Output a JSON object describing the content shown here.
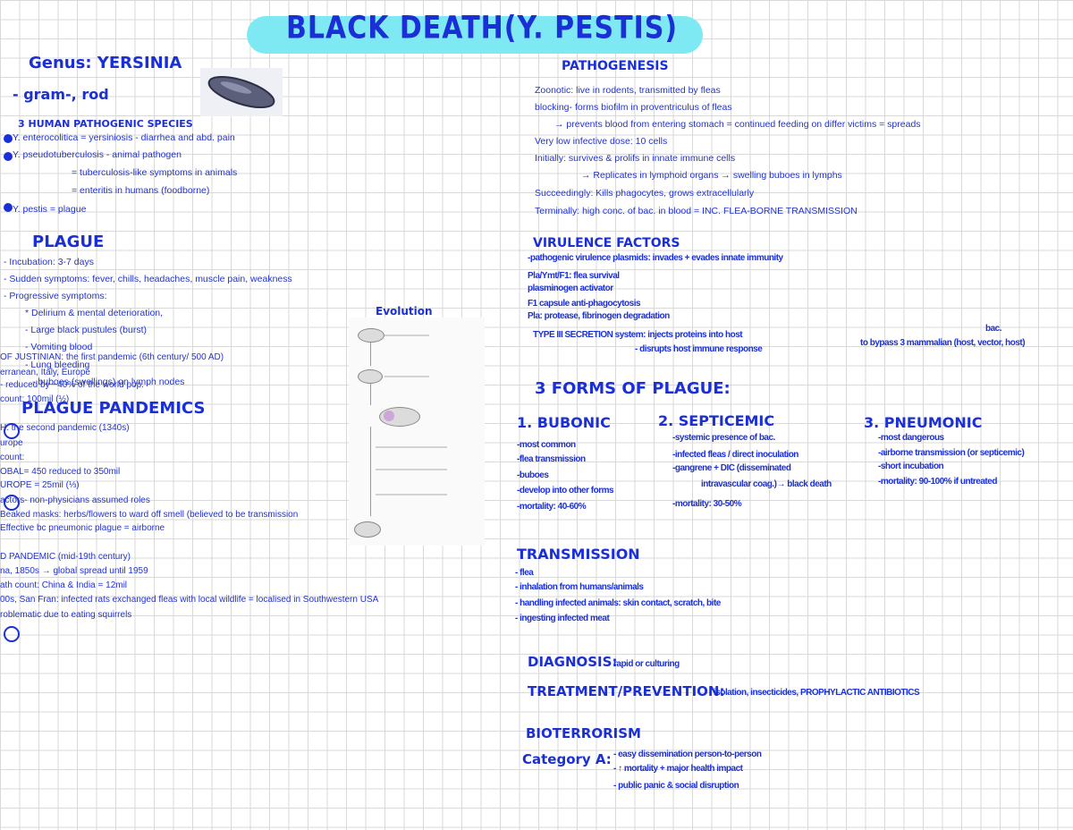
{
  "title": "BLACK DEATH(Y. PESTIS)",
  "genus": {
    "heading": "Genus: YERSINIA",
    "gram": "- gram-, rod",
    "species_heading": "3 HUMAN PATHOGENIC SPECIES",
    "species": [
      "Y. enterocolitica = yersiniosis -  diarrhea and abd. pain",
      "Y. pseudotuberculosis - animal pathogen",
      "= tuberculosis-like symptoms in animals",
      "= enteritis in humans (foodborne)",
      "Y. pestis = plague"
    ]
  },
  "plague": {
    "heading": "PLAGUE",
    "items": [
      "- Incubation: 3-7 days",
      "- Sudden symptoms: fever, chills, headaches, muscle pain, weakness",
      "- Progressive symptoms:",
      "* Delirium & mental deterioration,",
      "- Large black pustules (burst)",
      "- Vomiting blood",
      "- Lung bleeding",
      "- buboes (swellings) on lymph nodes"
    ]
  },
  "justinian": [
    "OF JUSTINIAN: the first pandemic (6th century/ 500 AD)",
    "erranean, Italy, Europe",
    "- reduced by ~40% of the world pop.",
    "count: 100mil (½)"
  ],
  "pandemics": {
    "heading": "PLAGUE PANDEMICS",
    "items": [
      "H: the second pandemic (1340s)",
      "urope",
      "count:",
      "OBAL= 450 reduced to 350mil",
      "UROPE = 25mil (⅓)",
      "actors- non-physicians assumed roles",
      "Beaked masks: herbs/flowers to ward off smell (believed to be transmission",
      "Effective bc pneumonic plague = airborne",
      "D PANDEMIC (mid-19th century)",
      "na, 1850s → global spread until 1959",
      "ath count: China & India = 12mil",
      "00s, San Fran: infected rats exchanged fleas with local wildlife = localised in Southwestern USA",
      "roblematic due to eating squirrels"
    ]
  },
  "evolution_label": "Evolution",
  "pathogenesis": {
    "heading": "PATHOGENESIS",
    "items": [
      "Zoonotic: live in rodents, transmitted by fleas",
      "blocking- forms biofilm in proventriculus of fleas",
      "→ prevents blood from entering stomach = continued feeding on differ victims = spreads",
      "Very low infective dose: 10 cells",
      "Initially: survives & prolifs in innate immune cells",
      "→ Replicates in lymphoid organs → swelling buboes in lymphs",
      "Succeedingly: Kills phagocytes, grows extracellularly",
      "Terminally: high conc. of bac. in blood = INC. FLEA-BORNE TRANSMISSION"
    ]
  },
  "virulence": {
    "heading": "VIRULENCE FACTORS",
    "items": [
      "-pathogenic virulence plasmids: invades + evades innate immunity",
      "Pla/Ymt/F1: flea survival",
      "plasminogen activator",
      "F1 capsule anti-phagocytosis",
      "Pla: protease, fibrinogen degradation",
      "TYPE III SECRETION system: injects proteins into host",
      "- disrupts host immune response",
      "to bypass 3 mammalian (host, vector, host)"
    ],
    "note": "bac."
  },
  "forms": {
    "heading": "3 FORMS OF PLAGUE:",
    "bubonic": {
      "title": "1. BUBONIC",
      "items": [
        "-most common",
        "-flea transmission",
        "-buboes",
        "-develop into other forms",
        "-mortality: 40-60%"
      ]
    },
    "septicemic": {
      "title": "2. SEPTICEMIC",
      "items": [
        "-systemic presence of bac.",
        "-infected fleas / direct inoculation",
        "-gangrene + DIC (disseminated",
        "intravascular coag.)→ black death",
        "-mortality: 30-50%"
      ]
    },
    "pneumonic": {
      "title": "3. PNEUMONIC",
      "items": [
        "-most dangerous",
        "-airborne transmission (or septicemic)",
        "-short incubation",
        "-mortality: 90-100% if untreated"
      ]
    }
  },
  "transmission": {
    "heading": "TRANSMISSION",
    "items": [
      "- flea",
      "- inhalation from humans/animals",
      "- handling infected animals: skin contact, scratch, bite",
      "- ingesting infected meat"
    ]
  },
  "diagnosis": {
    "label": "DIAGNOSIS:",
    "value": "rapid or culturing"
  },
  "treatment": {
    "label": "TREATMENT/PREVENTION:",
    "value": "isolation, insecticides, PROPHYLACTIC ANTIBIOTICS"
  },
  "bioterrorism": {
    "heading": "BIOTERRORISM",
    "category": "Category A:",
    "items": [
      "- easy dissemination person-to-person",
      "- ↑ mortality + major health impact",
      "- public panic & social disruption"
    ]
  },
  "colors": {
    "ink": "#1a2fd6",
    "highlight": "#7fe9f3",
    "grid": "#d9d9d9"
  }
}
